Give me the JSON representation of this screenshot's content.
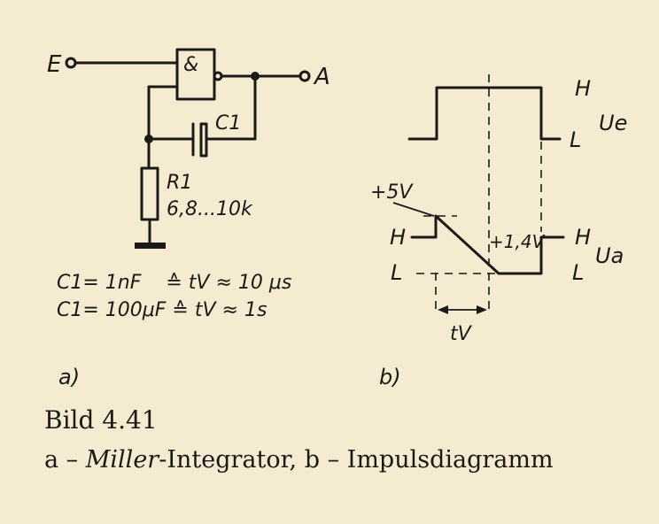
{
  "circuit": {
    "input_label": "E",
    "gate_symbol": "&",
    "output_label": "A",
    "capacitor_label": "C1",
    "resistor_label": "R1",
    "resistor_value": "6,8...10k",
    "formula_1": "C1= 1nF    ≙ tV ≈ 10 μs",
    "formula_2": "C1= 100μF ≙ tV ≈ 1s",
    "part_label": "a)"
  },
  "timing": {
    "top_signal_label": "Ue",
    "top_high": "H",
    "top_low": "L",
    "bottom_signal_label": "Ua",
    "bottom_high_right": "H",
    "bottom_low_right": "L",
    "bottom_high_left": "H",
    "bottom_low_left": "L",
    "voltage_peak": "+5V",
    "voltage_threshold": "+1,4V",
    "delay_label": "tV",
    "part_label": "b)"
  },
  "caption": {
    "number": "Bild 4.41",
    "part_a_prefix": "a – ",
    "part_a_name_italic": "Miller",
    "part_a_name_rest": "-Integrator, b – Impulsdiagramm"
  },
  "colors": {
    "paper": "#f4ebd0",
    "ink": "#1c1a17"
  }
}
